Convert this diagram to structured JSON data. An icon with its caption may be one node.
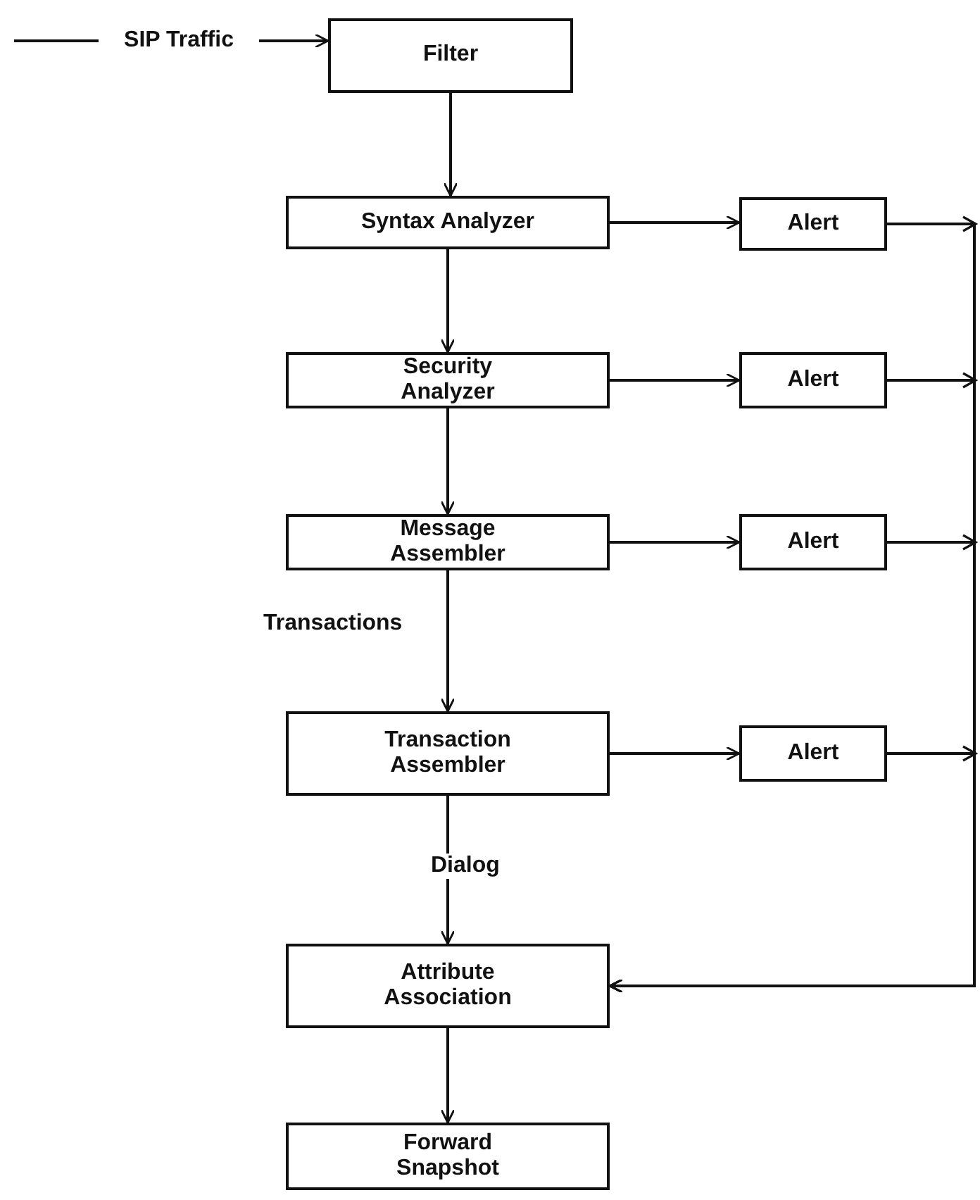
{
  "diagram": {
    "nodes": [
      {
        "text": [
          "SIP Traffic"
        ]
      },
      {
        "text": [
          "Filter"
        ]
      },
      {
        "text": [
          "Syntax Analyzer"
        ]
      },
      {
        "text": [
          "Security Analyzer"
        ]
      },
      {
        "text": [
          "Message Assembler"
        ]
      },
      {
        "text": [
          "Transaction Assembler"
        ]
      },
      {
        "text": [
          "Attribute Association"
        ]
      },
      {
        "text": [
          "Forward Snapshot"
        ]
      },
      {
        "text": [
          "Alert"
        ]
      },
      {
        "text": [
          "Alert"
        ]
      },
      {
        "text": [
          "Alert"
        ]
      },
      {
        "text": [
          "Alert"
        ]
      }
    ],
    "edges": [
      {
        "from": null,
        "to": 0,
        "arrow": "none"
      },
      {
        "from": 0,
        "to": 1,
        "arrow": "to"
      },
      {
        "from": 1,
        "to": 2,
        "arrow": "to"
      },
      {
        "from": 2,
        "to": 3,
        "arrow": "to"
      },
      {
        "from": 3,
        "to": 4,
        "arrow": "to"
      },
      {
        "from": 4,
        "to": 5,
        "arrow": "to",
        "label": "Transactions"
      },
      {
        "from": 5,
        "to": 6,
        "arrow": "to",
        "label": "Dialog"
      },
      {
        "from": 6,
        "to": 7,
        "arrow": "to"
      },
      {
        "from": 2,
        "to": 8,
        "arrow": "to"
      },
      {
        "from": 3,
        "to": 9,
        "arrow": "to"
      },
      {
        "from": 4,
        "to": 10,
        "arrow": "to"
      },
      {
        "from": 5,
        "to": 11,
        "arrow": "to"
      },
      {
        "from": 8,
        "to": 6,
        "arrow": "to"
      },
      {
        "from": 9,
        "to": 6,
        "arrow": "to"
      },
      {
        "from": 10,
        "to": 6,
        "arrow": "to"
      },
      {
        "from": 11,
        "to": 6,
        "arrow": "to"
      }
    ]
  }
}
